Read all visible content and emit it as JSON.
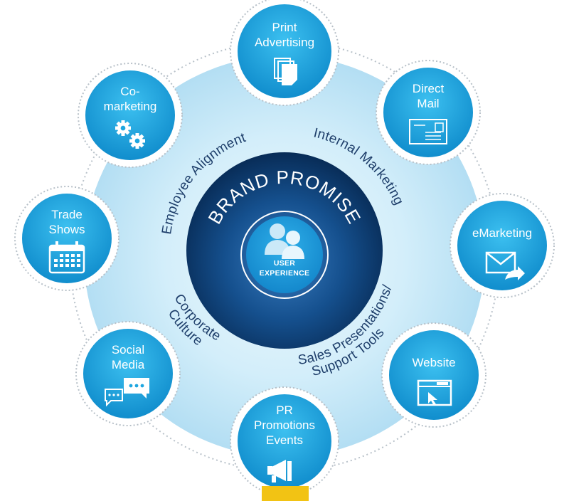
{
  "center": {
    "title": "BRAND PROMISE",
    "sub_line1": "USER",
    "sub_line2": "EXPERIENCE",
    "icon": "users-icon"
  },
  "ring_labels": {
    "employee_alignment": "Employee Alignment",
    "internal_marketing": "Internal Marketing",
    "sales_line1": "Sales Presentations/",
    "sales_line2": "Support Tools",
    "corporate_line1": "Corporate",
    "corporate_line2": "Culture"
  },
  "nodes": [
    {
      "id": "print",
      "lines": [
        "Print",
        "Advertising"
      ],
      "icon": "print-pages-icon"
    },
    {
      "id": "direct-mail",
      "lines": [
        "Direct",
        "Mail"
      ],
      "icon": "postcard-icon"
    },
    {
      "id": "emarketing",
      "lines": [
        "eMarketing"
      ],
      "icon": "email-forward-icon"
    },
    {
      "id": "website",
      "lines": [
        "Website"
      ],
      "icon": "browser-window-icon"
    },
    {
      "id": "pr",
      "lines": [
        "PR",
        "Promotions",
        "Events"
      ],
      "icon": "megaphone-icon"
    },
    {
      "id": "social",
      "lines": [
        "Social",
        "Media"
      ],
      "icon": "chat-bubbles-icon"
    },
    {
      "id": "trade",
      "lines": [
        "Trade",
        "Shows"
      ],
      "icon": "calendar-icon"
    },
    {
      "id": "comarketing",
      "lines": [
        "Co-",
        "marketing"
      ],
      "icon": "gears-icon"
    }
  ],
  "colors": {
    "node_fill": "#1ea6e0",
    "ring_fill": "#bfe5f7",
    "center_dark": "#0b3566",
    "accent_yellow": "#f2c314"
  }
}
